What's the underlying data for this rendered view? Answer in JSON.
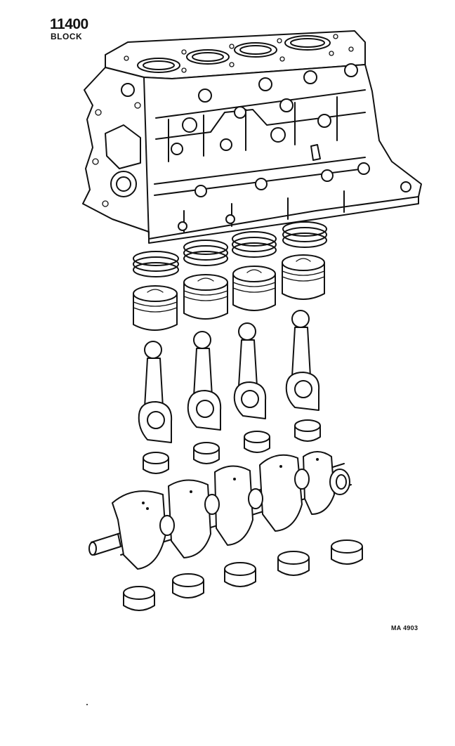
{
  "header": {
    "part_code": "11400",
    "part_name": "BLOCK"
  },
  "footer": {
    "illustration_ref": "MA 4903"
  },
  "parts": [
    {
      "name": "cylinder-block",
      "count": 1
    },
    {
      "name": "piston-ring-set",
      "count": 4
    },
    {
      "name": "piston",
      "count": 4
    },
    {
      "name": "connecting-rod",
      "count": 4
    },
    {
      "name": "connecting-rod-bearing",
      "count": 4
    },
    {
      "name": "crankshaft",
      "count": 1
    },
    {
      "name": "crankshaft-main-bearing",
      "count": 5
    }
  ]
}
